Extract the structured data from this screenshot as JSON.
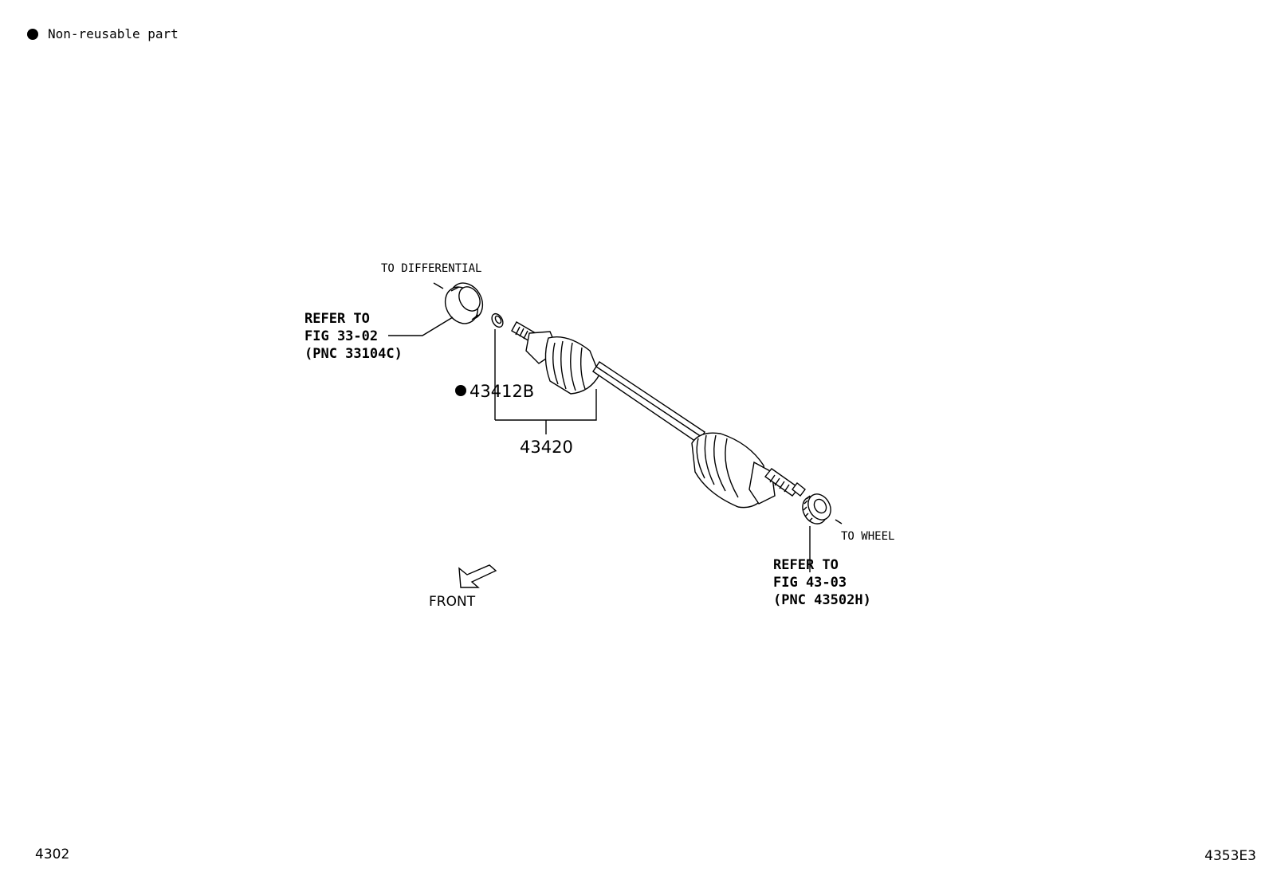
{
  "legend": {
    "marker": "●",
    "text": "Non-reusable part"
  },
  "labels": {
    "to_differential": "TO DIFFERENTIAL",
    "to_wheel": "TO WHEEL",
    "front": "FRONT"
  },
  "refer_left": {
    "line1": "REFER TO",
    "line2": "FIG 33-02",
    "line3": "(PNC 33104C)"
  },
  "refer_right": {
    "line1": "REFER TO",
    "line2": "FIG 43-03",
    "line3": "(PNC 43502H)"
  },
  "parts": {
    "snap_ring": "43412B",
    "drive_shaft": "43420"
  },
  "corners": {
    "bottom_left": "4302",
    "bottom_right": "4353E3"
  }
}
